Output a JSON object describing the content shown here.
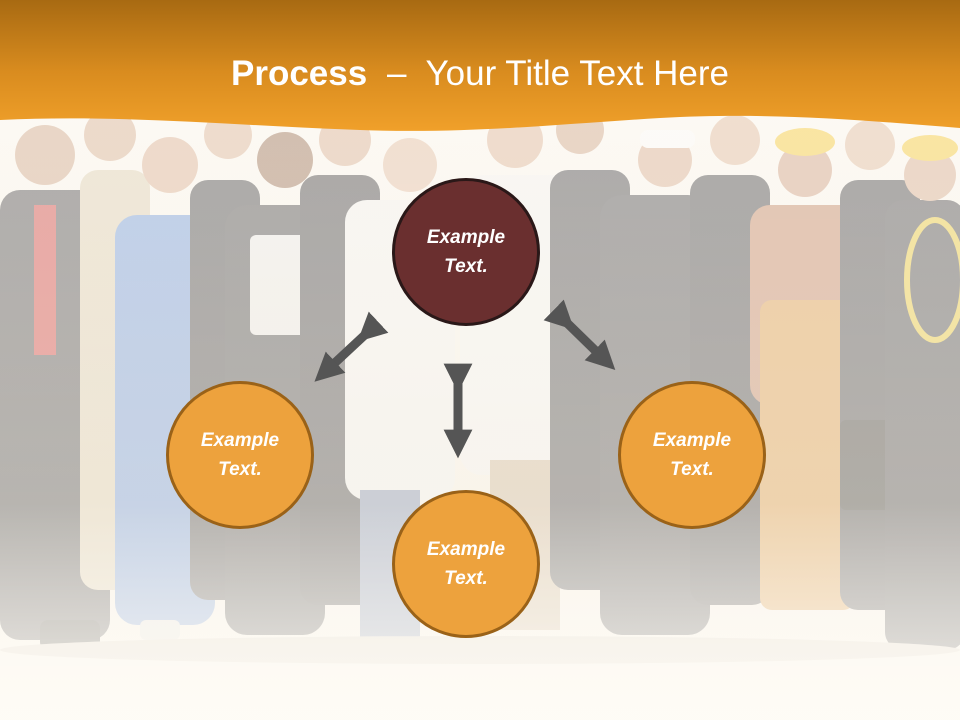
{
  "slide": {
    "title_bold": "Process",
    "title_sep": "–",
    "title_rest": "Your Title Text Here"
  },
  "nodes": {
    "top": {
      "line1": "Example",
      "line2": "Text."
    },
    "left": {
      "line1": "Example",
      "line2": "Text."
    },
    "bottom": {
      "line1": "Example",
      "line2": "Text."
    },
    "right": {
      "line1": "Example",
      "line2": "Text."
    }
  },
  "colors": {
    "header_dark": "#a86a12",
    "header_light": "#f0a02a",
    "node_top": "#6a2f2f",
    "node_orange": "#eda23d",
    "arrow": "#555555"
  },
  "icons": {
    "connector": "double-headed-arrow"
  }
}
